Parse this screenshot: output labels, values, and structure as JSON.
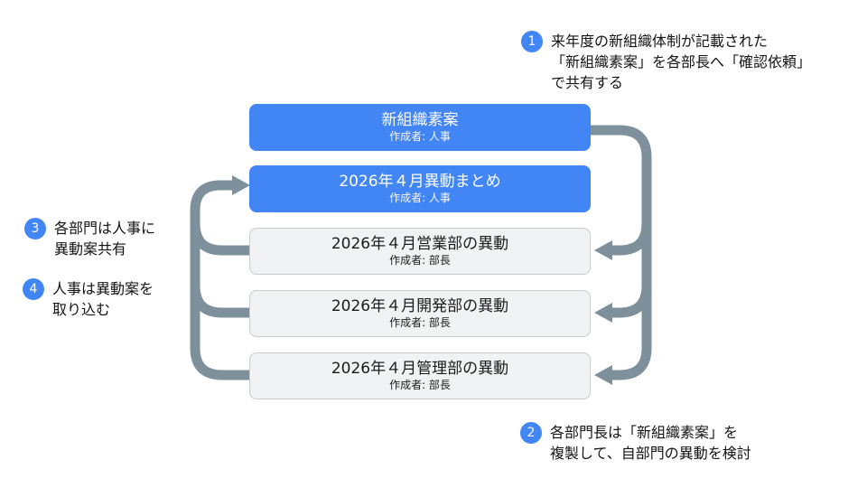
{
  "colors": {
    "accent": "#4285F4",
    "arrow": "#7D909B",
    "card_bg": "#F1F2F3",
    "card_border": "#C9CBCD"
  },
  "cards": [
    {
      "title": "新組織素案",
      "subtitle": "作成者: 人事",
      "variant": "primary"
    },
    {
      "title": "2026年４月異動まとめ",
      "subtitle": "作成者: 人事",
      "variant": "primary"
    },
    {
      "title": "2026年４月営業部の異動",
      "subtitle": "作成者: 部長",
      "variant": "secondary"
    },
    {
      "title": "2026年４月開発部の異動",
      "subtitle": "作成者: 部長",
      "variant": "secondary"
    },
    {
      "title": "2026年４月管理部の異動",
      "subtitle": "作成者: 部長",
      "variant": "secondary"
    }
  ],
  "annotations": {
    "a1": {
      "number": "1",
      "text": "来年度の新組織体制が記載された\n「新組織素案」を各部長へ「確認依頼」\nで共有する"
    },
    "a2": {
      "number": "2",
      "text": "各部門長は「新組織素案」を\n複製して、自部門の異動を検討"
    },
    "a3": {
      "number": "3",
      "text": "各部門は人事に\n異動案共有"
    },
    "a4": {
      "number": "4",
      "text": "人事は異動案を\n取り込む"
    }
  }
}
